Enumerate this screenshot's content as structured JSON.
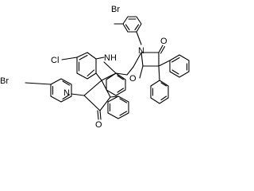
{
  "molecule": {
    "atom_labels": {
      "br_top": "Br",
      "br_left": "Br",
      "cl": "Cl",
      "nh": "NH",
      "n_upper": "N",
      "n_lower": "N",
      "o_upper": "O",
      "o_lower": "O",
      "o_center": "O"
    }
  }
}
